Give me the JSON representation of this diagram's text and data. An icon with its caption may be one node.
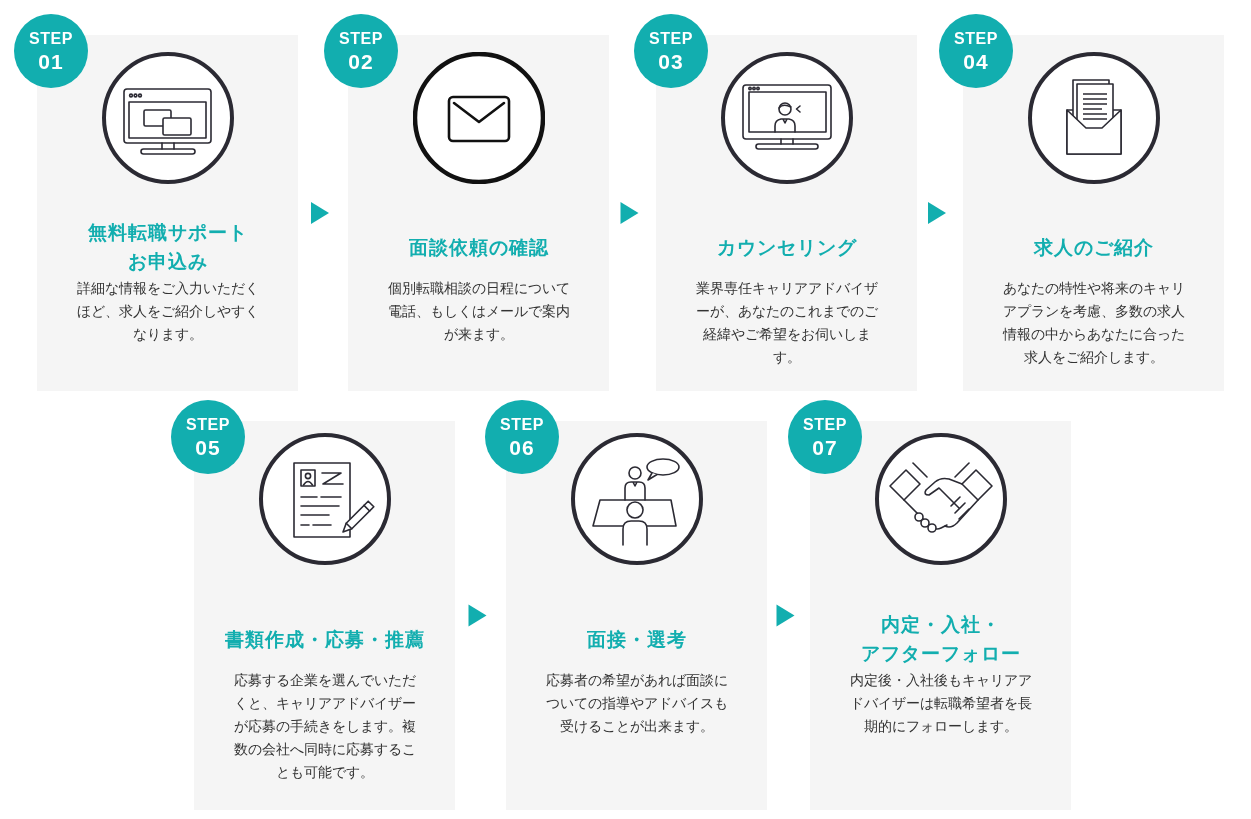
{
  "diagram": {
    "nodes": [
      {
        "text": [
          "STEP",
          "01"
        ]
      },
      {
        "text": [
          "無料転職サポートお申込み",
          "詳細な情報をご入力いただくほど、求人をご紹介しやすくなります。"
        ]
      },
      {
        "text": [
          "STEP",
          "02"
        ]
      },
      {
        "text": [
          "面談依頼の確認",
          "個別転職相談の日程について電話、もしくはメールで案内が来ます。"
        ]
      },
      {
        "text": [
          "STEP",
          "03"
        ]
      },
      {
        "text": [
          "カウンセリング",
          "業界専任キャリアアドバイザーが、あなたのこれまでのご経緯やご希望をお伺いします。"
        ]
      },
      {
        "text": [
          "STEP",
          "04"
        ]
      },
      {
        "text": [
          "求人のご紹介",
          "あなたの特性や将来のキャリアプランを考慮、多数の求人情報の中からあなたに合った求人をご紹介します。"
        ]
      },
      {
        "text": [
          "STEP",
          "05"
        ]
      },
      {
        "text": [
          "書類作成・応募・推薦",
          "応募する企業を選んでいただくと、キャリアアドバイザーが応募の手続きをします。複数の会社へ同時に応募することも可能です。"
        ]
      },
      {
        "text": [
          "STEP",
          "06"
        ]
      },
      {
        "text": [
          "面接・選考",
          "応募者の希望があれば面談についての指導やアドバイスも受けることが出来ます。"
        ]
      },
      {
        "text": [
          "STEP",
          "07"
        ]
      },
      {
        "text": [
          "内定・入社・アフターフォロー",
          "内定後・入社後もキャリアアドバイザーは転職希望者を長期的にフォローします。"
        ]
      }
    ],
    "edges": [
      {
        "from": 1,
        "to": 3,
        "arrow": "to"
      },
      {
        "from": 3,
        "to": 5,
        "arrow": "to"
      },
      {
        "from": 5,
        "to": 7,
        "arrow": "to"
      },
      {
        "from": 9,
        "to": 11,
        "arrow": "to"
      },
      {
        "from": 11,
        "to": 13,
        "arrow": "to"
      }
    ]
  }
}
